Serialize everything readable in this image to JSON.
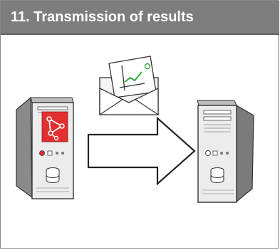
{
  "header": {
    "title": "11. Transmission of results"
  },
  "icons": {
    "source_computer": "desktop-tower-with-graph-screen",
    "target_computer": "desktop-tower",
    "envelope": "envelope-with-chart-letter",
    "arrow": "right-arrow-outline"
  },
  "colors": {
    "header_background": "#7d7d7d",
    "header_text": "#ffffff",
    "accent_red": "#e32f2f",
    "chart_green": "#2eaa3a",
    "tower_front": "#e8e8e8",
    "tower_side": "#7b7b7b"
  }
}
